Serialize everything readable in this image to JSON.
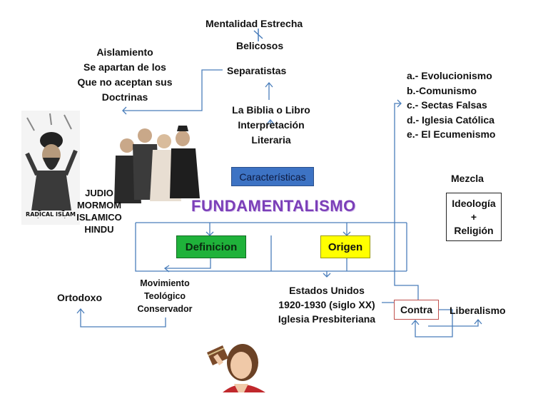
{
  "diagram": {
    "title": "FUNDAMENTALISMO",
    "top": {
      "line1": "Mentalidad Estrecha",
      "line2": "Belicosos"
    },
    "aislamiento": [
      "Aislamiento",
      "Se apartan de los",
      "Que no aceptan sus",
      "Doctrinas"
    ],
    "separatistas": "Separatistas",
    "biblia": [
      "La Biblia o Libro",
      "Interpretación",
      "Literaria"
    ],
    "caracteristicas": "Características",
    "religions": [
      "JUDIO",
      "MORMOM",
      "ISLAMICO",
      "HINDU"
    ],
    "contra_list": [
      "a.- Evolucionismo",
      "b.-Comunismo",
      "c.- Sectas Falsas",
      "d.- Iglesia Católica",
      "e.- El Ecumenismo"
    ],
    "mezcla": "Mezcla",
    "ideologia": [
      "Ideología",
      "+",
      "Religión"
    ],
    "definicion": "Definicion",
    "origen": "Origen",
    "movimiento": [
      "Movimiento",
      "Teológico",
      "Conservador"
    ],
    "ortodoxo": "Ortodoxo",
    "estados": [
      "Estados Unidos",
      "1920-1930 (siglo XX)",
      "Iglesia Presbiteriana"
    ],
    "contra": "Contra",
    "liberalismo": "Liberalismo",
    "caption_radical": "RADICAL ISLAM"
  },
  "colors": {
    "connector": "#4a7ebb",
    "caracteristicas_fill": "#3d73c4",
    "definicion_fill": "#1fb23a",
    "origen_fill": "#ffff00",
    "contra_border": "#c0504d",
    "title": "#7b3fb8"
  }
}
